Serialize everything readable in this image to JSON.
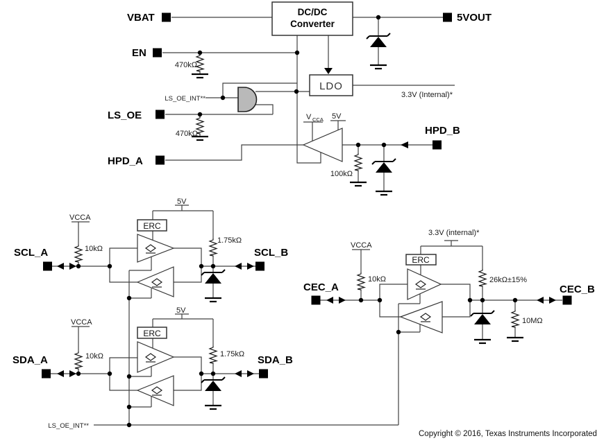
{
  "diagram": {
    "blocks": {
      "dcdc_line1": "DC/DC",
      "dcdc_line2": "Converter",
      "ldo": "LDO"
    },
    "pins": {
      "vbat": "VBAT",
      "vout5": "5VOUT",
      "en": "EN",
      "ls_oe": "LS_OE",
      "hpd_a": "HPD_A",
      "hpd_b": "HPD_B",
      "scl_a": "SCL_A",
      "scl_b": "SCL_B",
      "sda_a": "SDA_A",
      "sda_b": "SDA_B",
      "cec_a": "CEC_A",
      "cec_b": "CEC_B"
    },
    "nets": {
      "ls_oe_int_top": "LS_OE_INT**",
      "ls_oe_int_bottom": "LS_OE_INT**",
      "v33_internal_ldo": "3.3V (Internal)*",
      "v33_internal_cec": "3.3V (internal)*"
    },
    "rails": {
      "vcca_hpd_main": "V",
      "vcca_hpd_sub": "CCA",
      "v5_hpd": "5V",
      "vcca_scl": "VCCA",
      "v5_scl": "5V",
      "vcca_sda": "VCCA",
      "v5_sda": "5V",
      "vcca_cec": "VCCA"
    },
    "components": {
      "r_en": "470kΩ",
      "r_ls_oe": "470kΩ",
      "r_hpd": "100kΩ",
      "r_scl_a": "10kΩ",
      "r_scl_b": "1.75kΩ",
      "r_sda_a": "10kΩ",
      "r_sda_b": "1.75kΩ",
      "r_cec_a": "10kΩ",
      "r_cec_b": "26kΩ±15%",
      "r_cec_pd": "10MΩ",
      "erc_scl": "ERC",
      "erc_sda": "ERC",
      "erc_cec": "ERC"
    },
    "footer": {
      "copyright": "Copyright © 2016, Texas Instruments Incorporated"
    },
    "colors": {
      "wire": "#404040",
      "ink": "#000000",
      "gate_fill": "#b9b9b9",
      "background": "#ffffff"
    }
  }
}
